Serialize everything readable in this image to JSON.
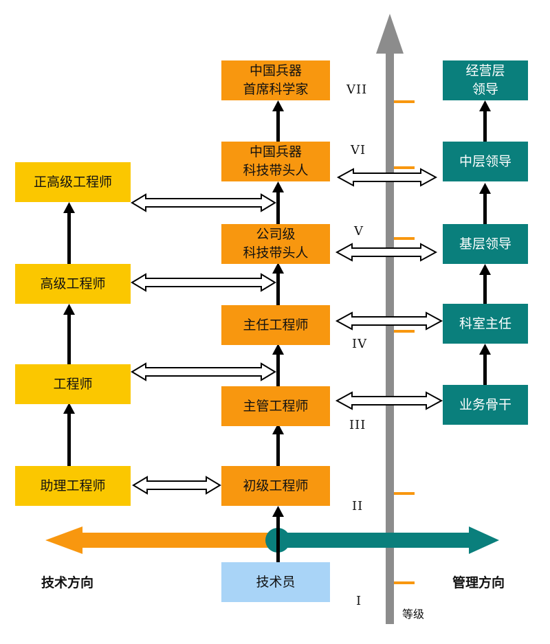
{
  "left_column": {
    "boxes": [
      "助理工程师",
      "工程师",
      "高级工程师",
      "正高级工程师"
    ],
    "color": "#fbc700"
  },
  "center_column": {
    "base": "技术员",
    "boxes": [
      [
        "初级工程师"
      ],
      [
        "主管工程师"
      ],
      [
        "主任工程师"
      ],
      [
        "公司级",
        "科技带头人"
      ],
      [
        "中国兵器",
        "科技带头人"
      ],
      [
        "中国兵器",
        "首席科学家"
      ]
    ],
    "color": "#f8970f",
    "base_color": "#a9d4f7"
  },
  "right_column": {
    "boxes": [
      "业务骨干",
      "科室主任",
      "基层领导",
      "中层领导"
    ],
    "top": [
      "经营层",
      "领导"
    ],
    "color": "#0a7f7c"
  },
  "directions": {
    "technical": "技术方向",
    "management": "管理方向",
    "technical_color": "#f8970f",
    "management_color": "#0a7f7c"
  },
  "axis": {
    "label": "等级",
    "levels": [
      "I",
      "II",
      "III",
      "IV",
      "V",
      "VI",
      "VII"
    ],
    "color": "#8c8c8c",
    "tick_color": "#f8970f"
  }
}
